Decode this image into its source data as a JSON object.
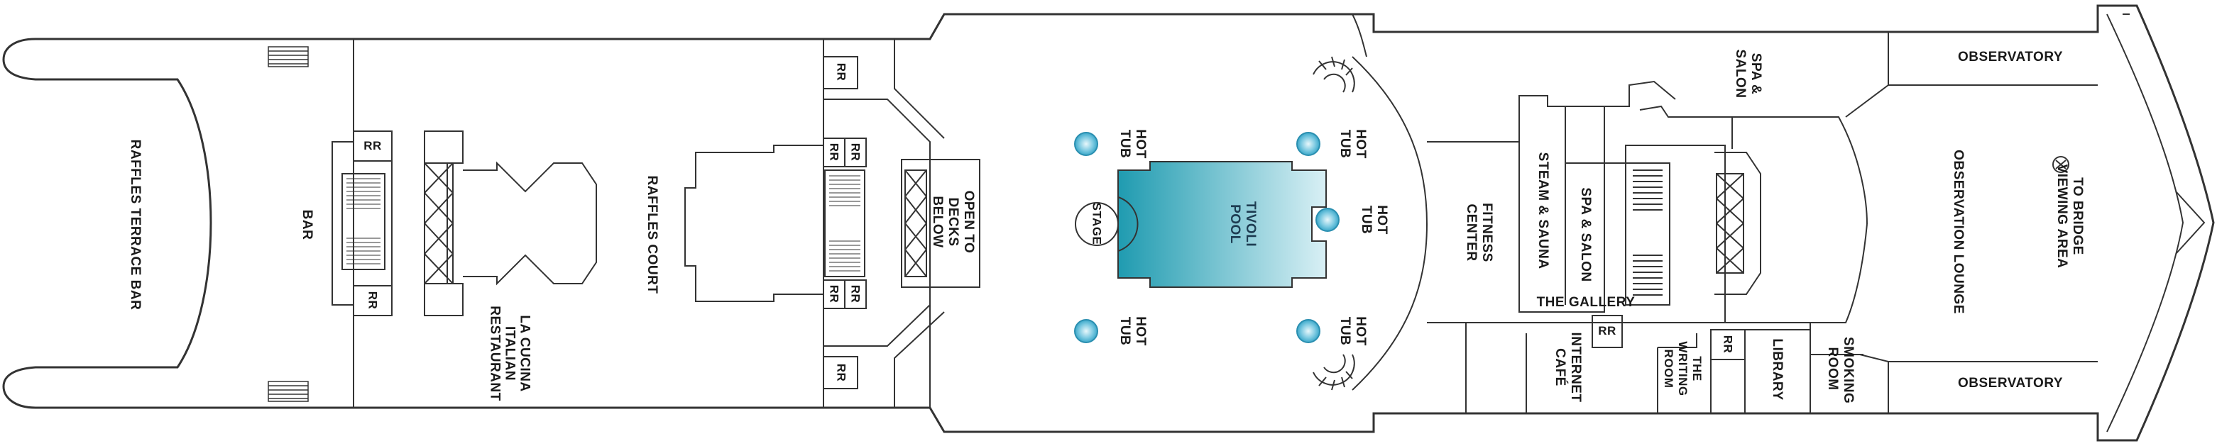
{
  "deck": {
    "areas": {
      "raffles_terrace_bar": "RAFFLES TERRACE BAR",
      "bar": "BAR",
      "la_cucina": "LA CUCINA ITALIAN RESTAURANT",
      "raffles_court": "RAFFLES COURT",
      "open_to_decks_below": "OPEN TO DECKS BELOW",
      "stage": "STAGE",
      "tivoli_pool": "TIVOLI POOL",
      "hot_tub": "HOT TUB",
      "fitness_center": "FITNESS CENTER",
      "steam_sauna": "STEAM & SAUNA",
      "spa_salon_upper": "SPA & SALON",
      "spa_salon_mid": "SPA & SALON",
      "the_gallery": "THE GALLERY",
      "internet_cafe": "INTERNET CAFÉ",
      "writing_room": "THE WRITING ROOM",
      "library": "LIBRARY",
      "smoking_room": "SMOKING ROOM",
      "observatory_top": "OBSERVATORY",
      "observatory_bottom": "OBSERVATORY",
      "observation_lounge": "OBSERVATION LOUNGE",
      "to_bridge": "TO BRIDGE VIEWING AREA",
      "restroom": "RR"
    },
    "colors": {
      "line": "#333333",
      "pool_dark": "#1f9bb0",
      "pool_light": "#d9f0f5",
      "tub": "#5bb9d6"
    }
  }
}
